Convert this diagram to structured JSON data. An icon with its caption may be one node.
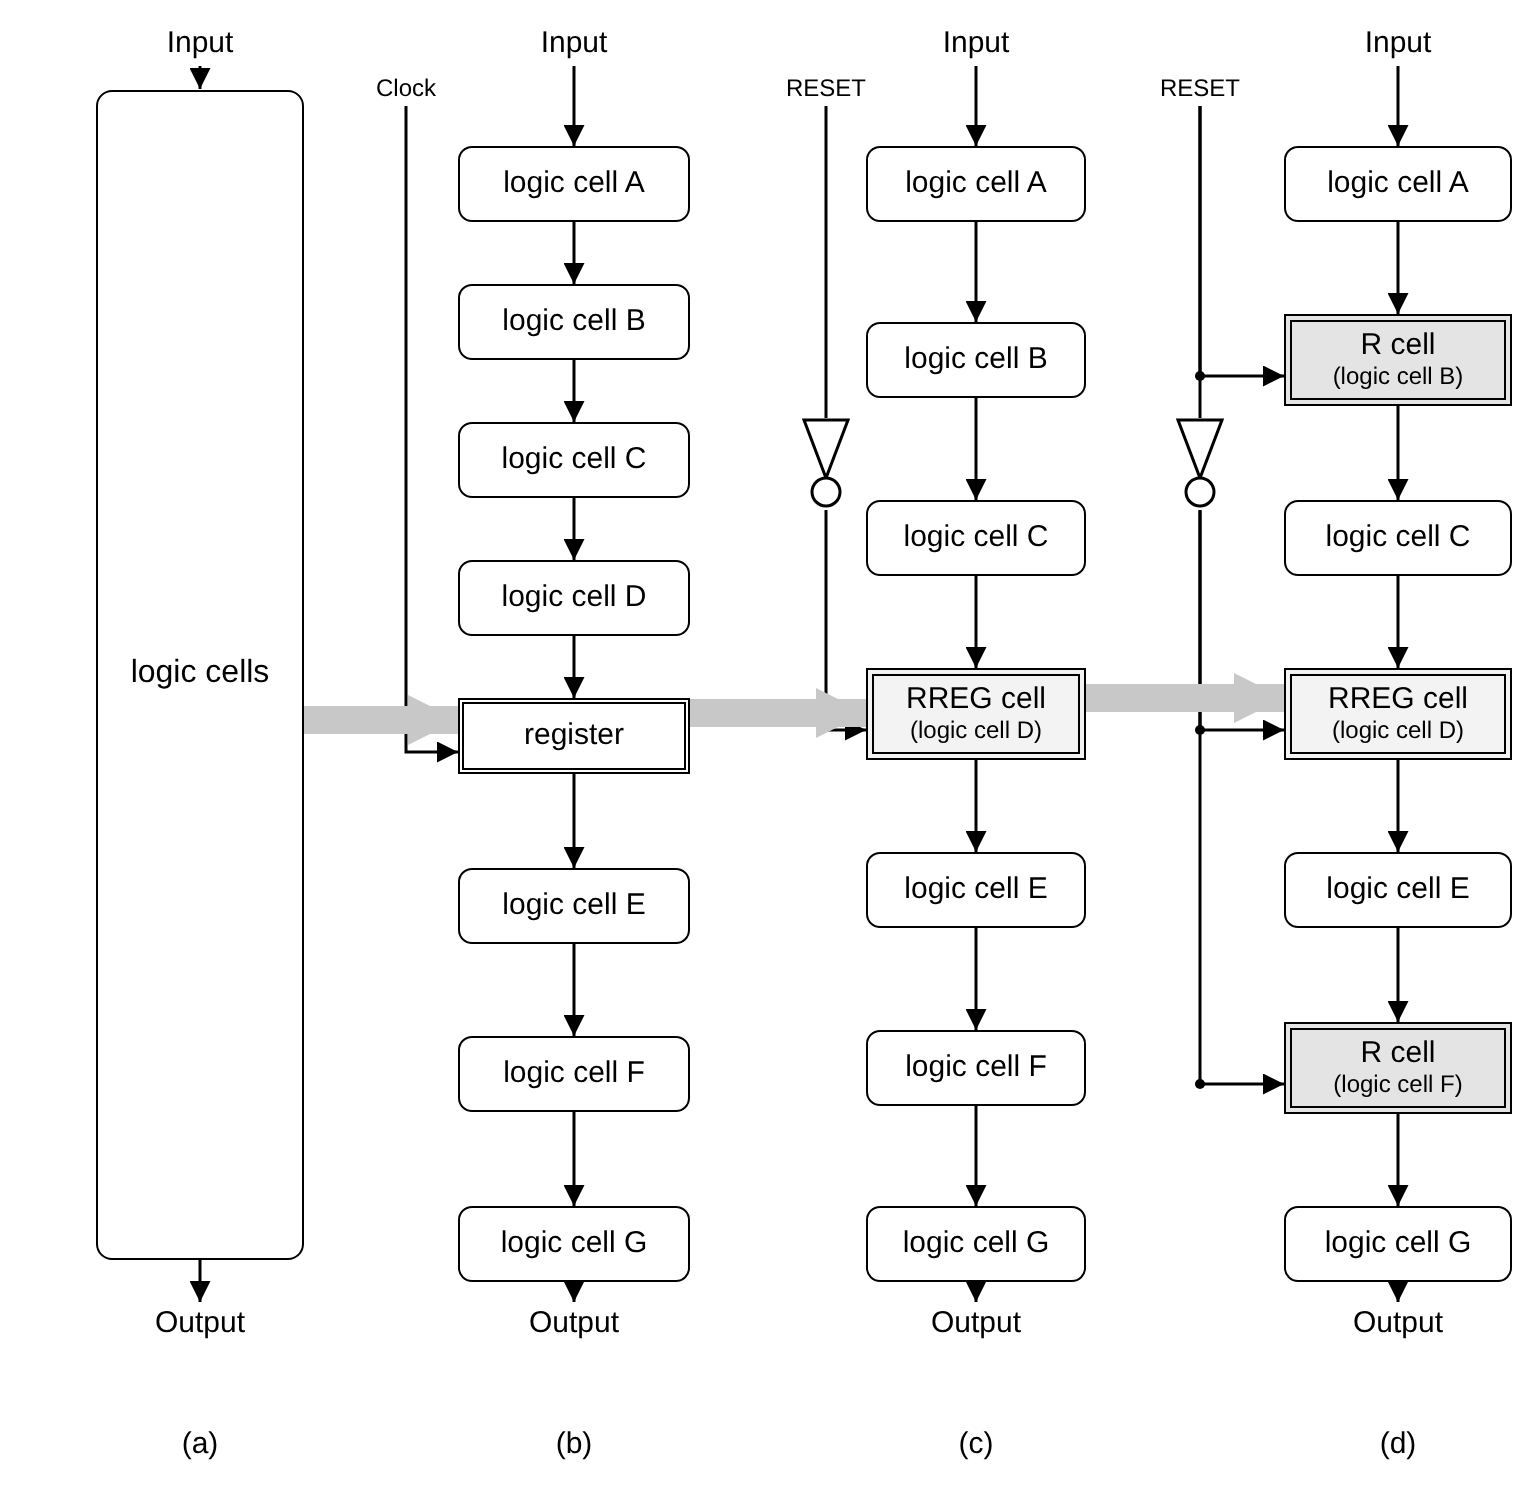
{
  "diagram": {
    "nodes": [
      {
        "text": [
          "Input"
        ]
      },
      {
        "text": [
          "logic cells"
        ]
      },
      {
        "text": [
          "Output"
        ]
      },
      {
        "text": [
          "Clock"
        ]
      },
      {
        "text": [
          "Input"
        ]
      },
      {
        "text": [
          "logic cell A"
        ]
      },
      {
        "text": [
          "logic cell B"
        ]
      },
      {
        "text": [
          "logic cell C"
        ]
      },
      {
        "text": [
          "logic cell D"
        ]
      },
      {
        "text": [
          "register"
        ]
      },
      {
        "text": [
          "logic cell E"
        ]
      },
      {
        "text": [
          "logic cell F"
        ]
      },
      {
        "text": [
          "logic cell G"
        ]
      },
      {
        "text": [
          "Output"
        ]
      },
      {
        "text": [
          "RESET"
        ]
      },
      {
        "text": [
          "Input"
        ]
      },
      {
        "text": [
          "logic cell A"
        ]
      },
      {
        "text": [
          "logic cell B"
        ]
      },
      {
        "text": [],
        "shape": "triangle"
      },
      {
        "text": [
          "logic cell C"
        ]
      },
      {
        "text": [
          "RREG cell",
          "(logic cell D)"
        ]
      },
      {
        "text": [
          "logic cell E"
        ]
      },
      {
        "text": [
          "logic cell F"
        ]
      },
      {
        "text": [
          "logic cell G"
        ]
      },
      {
        "text": [
          "Output"
        ]
      },
      {
        "text": [
          "RESET"
        ]
      },
      {
        "text": [
          "Input"
        ]
      },
      {
        "text": [
          "logic cell A"
        ]
      },
      {
        "text": [
          "R cell",
          "(logic cell B)"
        ]
      },
      {
        "text": [],
        "shape": "triangle"
      },
      {
        "text": [
          "logic cell C"
        ]
      },
      {
        "text": [
          "RREG cell",
          "(logic cell D)"
        ]
      },
      {
        "text": [
          "logic cell E"
        ]
      },
      {
        "text": [
          "R cell",
          "(logic cell F)"
        ]
      },
      {
        "text": [
          "logic cell G"
        ]
      },
      {
        "text": [
          "Output"
        ]
      }
    ],
    "edges": [
      {
        "from": 0,
        "to": 1,
        "arrow": "to"
      },
      {
        "from": 1,
        "to": 2,
        "arrow": "to"
      },
      {
        "from": 4,
        "to": 5,
        "arrow": "to"
      },
      {
        "from": 5,
        "to": 6,
        "arrow": "to"
      },
      {
        "from": 6,
        "to": 7,
        "arrow": "to"
      },
      {
        "from": 7,
        "to": 8,
        "arrow": "to"
      },
      {
        "from": 8,
        "to": 9,
        "arrow": "to"
      },
      {
        "from": 9,
        "to": 10,
        "arrow": "to"
      },
      {
        "from": 10,
        "to": 11,
        "arrow": "to"
      },
      {
        "from": 11,
        "to": 12,
        "arrow": "to"
      },
      {
        "from": 12,
        "to": 13,
        "arrow": "to"
      },
      {
        "from": 3,
        "to": 9,
        "arrow": "to"
      },
      {
        "from": 15,
        "to": 16,
        "arrow": "to"
      },
      {
        "from": 16,
        "to": 17,
        "arrow": "to"
      },
      {
        "from": 17,
        "to": 19,
        "arrow": "to"
      },
      {
        "from": 19,
        "to": 20,
        "arrow": "to"
      },
      {
        "from": 20,
        "to": 21,
        "arrow": "to"
      },
      {
        "from": 21,
        "to": 22,
        "arrow": "to"
      },
      {
        "from": 22,
        "to": 23,
        "arrow": "to"
      },
      {
        "from": 23,
        "to": 24,
        "arrow": "to"
      },
      {
        "from": 14,
        "to": 18,
        "arrow": "none"
      },
      {
        "from": 18,
        "to": 20,
        "arrow": "to"
      },
      {
        "from": 26,
        "to": 27,
        "arrow": "to"
      },
      {
        "from": 27,
        "to": 28,
        "arrow": "to"
      },
      {
        "from": 28,
        "to": 30,
        "arrow": "to"
      },
      {
        "from": 30,
        "to": 31,
        "arrow": "to"
      },
      {
        "from": 31,
        "to": 32,
        "arrow": "to"
      },
      {
        "from": 32,
        "to": 33,
        "arrow": "to"
      },
      {
        "from": 33,
        "to": 34,
        "arrow": "to"
      },
      {
        "from": 34,
        "to": 35,
        "arrow": "to"
      },
      {
        "from": 25,
        "to": 28,
        "arrow": "to"
      },
      {
        "from": 25,
        "to": 29,
        "arrow": "none"
      },
      {
        "from": 29,
        "to": 31,
        "arrow": "to"
      },
      {
        "from": 29,
        "to": 33,
        "arrow": "to"
      },
      {
        "from": 1,
        "to": 9,
        "arrow": "to",
        "style": "thick",
        "color": "#c8c8c8"
      },
      {
        "from": 9,
        "to": 20,
        "arrow": "to",
        "style": "thick",
        "color": "#c8c8c8"
      },
      {
        "from": 20,
        "to": 31,
        "arrow": "to",
        "style": "thick",
        "color": "#c8c8c8"
      }
    ],
    "labels": [
      "(a)",
      "(b)",
      "(c)",
      "(d)"
    ]
  }
}
